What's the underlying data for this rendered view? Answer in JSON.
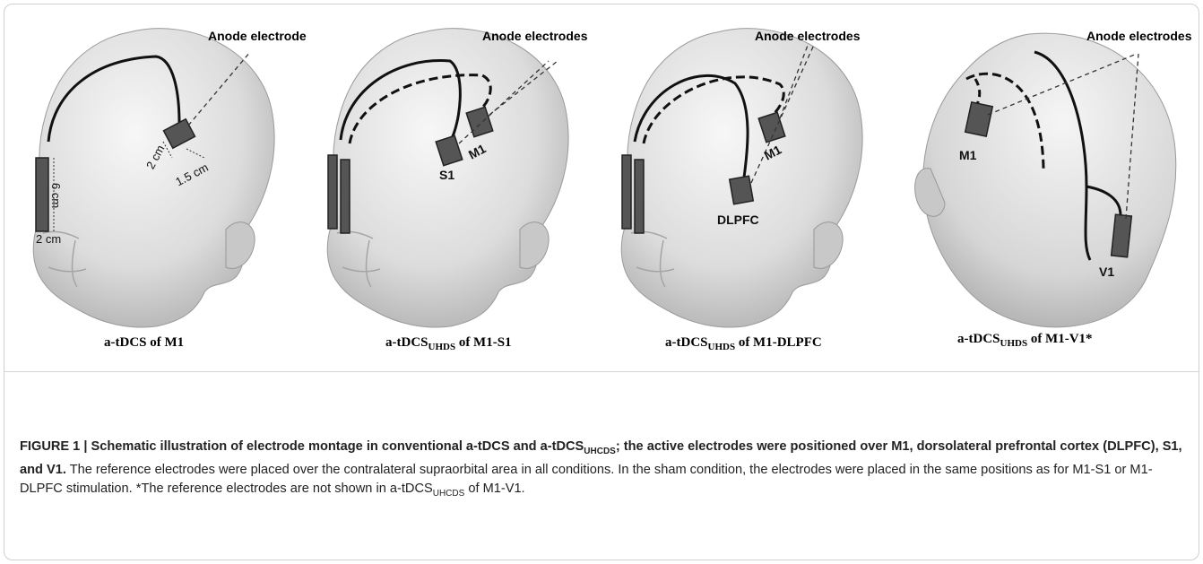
{
  "panels": [
    {
      "label_main": "a-tDCS of M1",
      "label_sub": "",
      "label_suffix": "",
      "anode_label": "Anode electrode",
      "electrodes": [],
      "dimensions": [
        "2 cm",
        "1.5 cm",
        "6 cm",
        "2 cm"
      ]
    },
    {
      "label_main": "a-tDCS",
      "label_sub": "UHDS",
      "label_suffix": " of M1-S1",
      "anode_label": "Anode electrodes",
      "electrodes": [
        "S1",
        "M1"
      ]
    },
    {
      "label_main": "a-tDCS",
      "label_sub": "UHDS",
      "label_suffix": " of M1-DLPFC",
      "anode_label": "Anode electrodes",
      "electrodes": [
        "M1",
        "DLPFC"
      ]
    },
    {
      "label_main": "a-tDCS",
      "label_sub": "UHDS",
      "label_suffix": " of M1-V1*",
      "anode_label": "Anode electrodes",
      "electrodes": [
        "M1",
        "V1"
      ]
    }
  ],
  "caption": {
    "bold_1": "FIGURE 1 | Schematic illustration of electrode montage in conventional a-tDCS and a-tDCS",
    "bold_sub": "UHCDS",
    "bold_2": "; the active electrodes were positioned over M1, dorsolateral prefrontal cortex (DLPFC), S1, and V1.",
    "text_1": " The reference electrodes were placed over the contralateral supraorbital area in all conditions. In the sham condition, the electrodes were placed in the same positions as for M1-S1 or M1-DLPFC stimulation. *The reference electrodes are not shown in a-tDCS",
    "text_sub": "UHCDS",
    "text_2": " of M1-V1."
  }
}
